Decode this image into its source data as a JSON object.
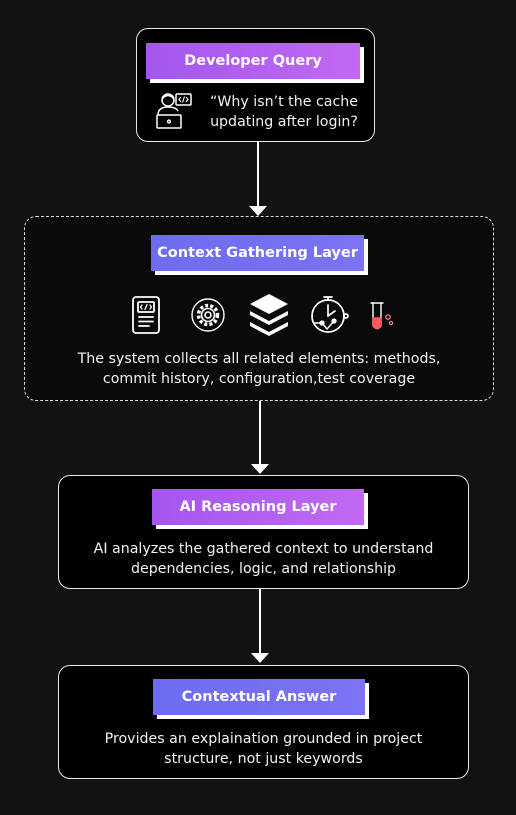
{
  "nodes": {
    "query": {
      "title": "Developer Query",
      "text_line1": "“Why isn’t the cache",
      "text_line2": "updating after login?"
    },
    "context": {
      "title": "Context Gathering Layer",
      "text_line1": "The system collects all related elements: methods,",
      "text_line2": "commit history, configuration,test coverage",
      "icons": [
        "code-document-icon",
        "gear-icon",
        "layers-stack-icon",
        "stopwatch-icon",
        "test-tube-icon"
      ]
    },
    "reasoning": {
      "title": "AI Reasoning Layer",
      "text_line1": "AI analyzes the gathered context to understand",
      "text_line2": "dependencies, logic, and relationship"
    },
    "answer": {
      "title": "Contextual Answer",
      "text_line1": "Provides an explaination grounded in project",
      "text_line2": "structure, not just keywords"
    }
  },
  "colors": {
    "background": "#121214",
    "purple_pill": "#b05ff0",
    "indigo_pill": "#7170f2",
    "border": "#e8e8e8"
  }
}
